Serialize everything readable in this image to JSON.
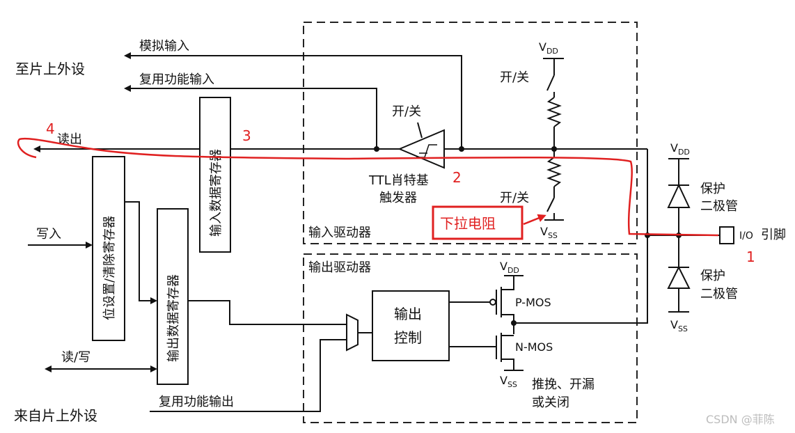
{
  "labels": {
    "to_peripheral": "至片上外设",
    "analog_input": "模拟输入",
    "alt_func_input": "复用功能输入",
    "read_out": "读出",
    "input_data_register": "输入数据寄存器",
    "on_off_schmitt": "开/关",
    "ttl_schmitt_line1": "TTL肖特基",
    "ttl_schmitt_line2": "触发器",
    "vdd_top": "V",
    "vdd_top_sub": "DD",
    "on_off_top": "开/关",
    "on_off_bottom": "开/关",
    "vss_pull": "V",
    "vss_pull_sub": "SS",
    "pull_down_resistor": "下拉电阻",
    "input_driver": "输入驱动器",
    "output_driver": "输出驱动器",
    "write_in": "写入",
    "bit_set_reset_register": "位设置/清除寄存器",
    "output_data_register": "输出数据寄存器",
    "read_write": "读/写",
    "from_peripheral": "来自片上外设",
    "alt_func_output": "复用功能输出",
    "output_control_line1": "输出",
    "output_control_line2": "控制",
    "vdd_out": "V",
    "vdd_out_sub": "DD",
    "pmos": "P-MOS",
    "nmos": "N-MOS",
    "vss_out": "V",
    "vss_out_sub": "SS",
    "push_pull_line1": "推挽、开漏",
    "push_pull_line2": "或关闭",
    "vdd_diode": "V",
    "vdd_diode_sub": "DD",
    "protect_top_line1": "保护",
    "protect_top_line2": "二极管",
    "protect_bottom_line1": "保护",
    "protect_bottom_line2": "二极管",
    "vss_diode": "V",
    "vss_diode_sub": "SS",
    "io_pin_prefix": "I/O",
    "io_pin_suffix": "引脚",
    "watermark": "CSDN @菲陈"
  },
  "annotations": {
    "n1": "1",
    "n2": "2",
    "n3": "3",
    "n4": "4"
  },
  "colors": {
    "annotation": "#e02020",
    "line": "#111111"
  }
}
